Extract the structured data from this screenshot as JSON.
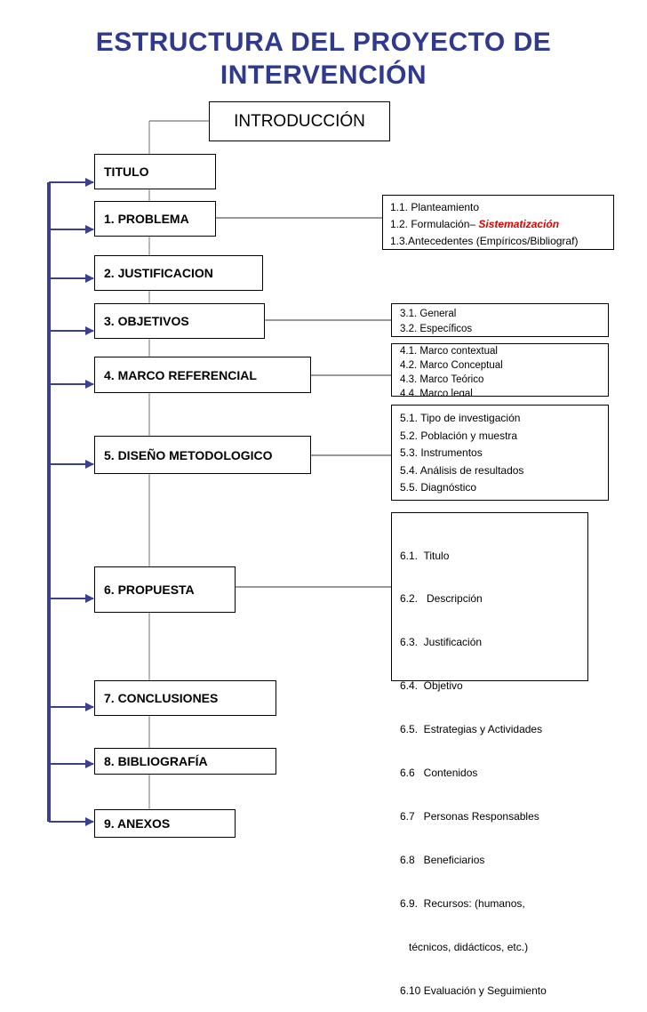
{
  "title": {
    "line1": "ESTRUCTURA DEL PROYECTO DE",
    "line2": "INTERVENCIÓN"
  },
  "intro": "INTRODUCCIÓN",
  "colors": {
    "title": "#2f3a8f",
    "arrow": "#3a3f8f",
    "highlight": "#e00000"
  },
  "sections": [
    {
      "label": "TITULO"
    },
    {
      "label": "1. PROBLEMA"
    },
    {
      "label": "2. JUSTIFICACION"
    },
    {
      "label": "3. OBJETIVOS"
    },
    {
      "label": "4. MARCO  REFERENCIAL"
    },
    {
      "label": "5. DISEÑO METODOLOGICO"
    },
    {
      "label": "6. PROPUESTA"
    },
    {
      "label": "7. CONCLUSIONES"
    },
    {
      "label": "8. BIBLIOGRAFÍA"
    },
    {
      "label": "9. ANEXOS"
    }
  ],
  "details": {
    "problema": {
      "line1": "1.1. Planteamiento",
      "line2_prefix": "1.2. Formulación– ",
      "line2_highlight": "Sistematización",
      "line3": "1.3.Antecedentes (Empíricos/Bibliograf)"
    },
    "objetivos": [
      "3.1. General",
      "3.2. Específicos"
    ],
    "marco": [
      "4.1. Marco contextual",
      "4.2. Marco Conceptual",
      "4.3. Marco Teórico",
      "4.4. Marco legal"
    ],
    "diseno": [
      "5.1. Tipo de investigación",
      "5.2. Población y muestra",
      "5.3. Instrumentos",
      "5.4. Análisis de resultados",
      "5.5. Diagnóstico"
    ],
    "propuesta": [
      "6.1.  Titulo",
      "6.2.   Descripción",
      "6.3.  Justificación",
      "6.4.  Objetivo",
      "6.5.  Estrategias y Actividades",
      "6.6   Contenidos",
      "6.7   Personas Responsables",
      "6.8   Beneficiarios",
      "6.9.  Recursos: (humanos,",
      "   técnicos, didácticos, etc.)",
      "6.10 Evaluación y Seguimiento"
    ]
  }
}
